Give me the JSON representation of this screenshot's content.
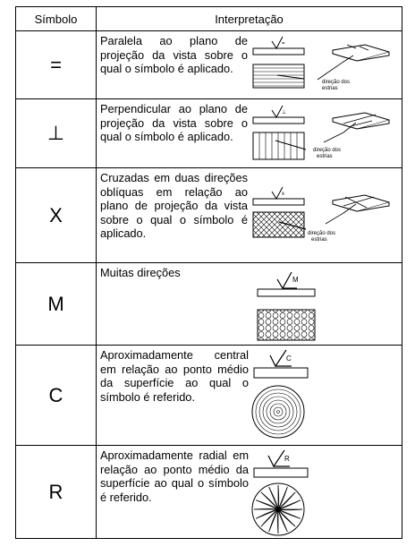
{
  "header": {
    "col_symbol": "Símbolo",
    "col_interpretation": "Interpretação"
  },
  "rows": [
    {
      "symbol": "=",
      "text": "Paralela ao plano de projeção da vista sobre o qual o símbolo é aplicado.",
      "fig_label": "direção dos estrias"
    },
    {
      "symbol": "⊥",
      "text": "Perpendicular ao plano de projeção da vista sobre o qual o símbolo é aplicado.",
      "fig_label": "direção dos estrias"
    },
    {
      "symbol": "X",
      "text": "Cruzadas em duas direções oblíquas em relação ao plano de projeção da vista sobre o qual o símbolo é aplicado.",
      "fig_label": "direção dos estrias"
    },
    {
      "symbol": "M",
      "text": "Muitas direções",
      "fig_mark": "M"
    },
    {
      "symbol": "C",
      "text": "Aproximadamente central em relação ao ponto médio da superfície ao qual o símbolo é referido.",
      "fig_mark": "C"
    },
    {
      "symbol": "R",
      "text": "Aproximadamente radial em relação ao ponto médio da superfície ao qual o símbolo é referido.",
      "fig_mark": "R"
    }
  ]
}
